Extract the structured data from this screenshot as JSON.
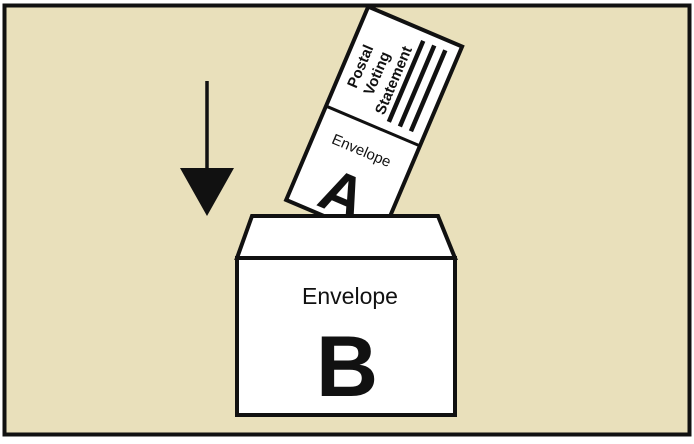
{
  "colors": {
    "background": "#e9e0bb",
    "outline": "#111111",
    "paper": "#ffffff"
  },
  "statement": {
    "label_lines": [
      "Postal",
      "Voting",
      "Statement"
    ]
  },
  "envelope_a": {
    "label": "Envelope",
    "letter": "A"
  },
  "envelope_b": {
    "label": "Envelope",
    "letter": "B"
  },
  "icons": {
    "arrow": "down-arrow-icon"
  }
}
